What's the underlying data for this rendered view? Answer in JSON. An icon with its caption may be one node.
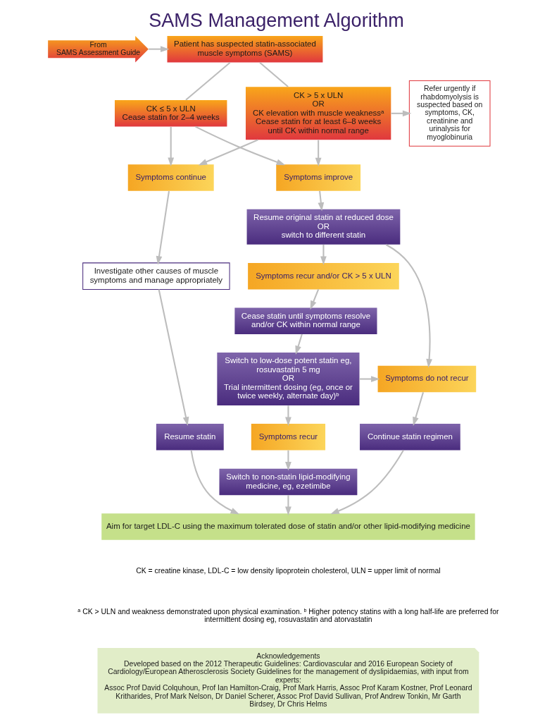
{
  "diagram": {
    "title": "SAMS Management Algorithm",
    "nodes": [
      {
        "text": [
          "From",
          "SAMS Assessment Guide"
        ]
      },
      {
        "text": [
          "Patient has suspected statin-associated muscle symptoms (SAMS)"
        ]
      },
      {
        "text": [
          "CK ≤ 5 x ULN",
          "Cease statin for 2–4 weeks"
        ]
      },
      {
        "text": [
          "CK > 5 x ULN",
          "OR",
          "CK elevation with muscle weaknessᵃ",
          "Cease statin for at least 6–8 weeks until CK within normal range"
        ]
      },
      {
        "text": [
          "Refer urgently if rhabdomyolysis is suspected based on symptoms, CK, creatinine and urinalysis for myoglobinuria"
        ]
      },
      {
        "text": [
          "Symptoms continue"
        ]
      },
      {
        "text": [
          "Symptoms improve"
        ]
      },
      {
        "text": [
          "Resume original statin at reduced dose",
          "OR",
          "switch to different statin"
        ]
      },
      {
        "text": [
          "Investigate other causes of muscle symptoms and manage appropriately"
        ]
      },
      {
        "text": [
          "Symptoms recur and/or CK > 5 x ULN"
        ]
      },
      {
        "text": [
          "Cease statin until symptoms resolve and/or CK within normal range"
        ]
      },
      {
        "text": [
          "Switch to low-dose potent statin eg, rosuvastatin 5 mg",
          "OR",
          "Trial intermittent dosing (eg, once or twice weekly, alternate day)ᵇ"
        ]
      },
      {
        "text": [
          "Symptoms do not recur"
        ]
      },
      {
        "text": [
          "Resume statin"
        ]
      },
      {
        "text": [
          "Continue statin regimen"
        ]
      },
      {
        "text": [
          "Symptoms recur"
        ]
      },
      {
        "text": [
          "Switch to non-statin lipid-modifying medicine, eg, ezetimibe"
        ]
      },
      {
        "text": [
          "Aim for target LDL-C using the maximum tolerated dose of statin and/or other lipid-modifying medicine"
        ]
      },
      {
        "text": [
          "Acknowledgements",
          "Developed based on the 2012 Therapeutic Guidelines: Cardiovascular and 2016 European Society of Cardiology/European Atherosclerosis Society Guidelines for the management of dyslipidaemias, with input from experts:",
          "Assoc Prof David Colquhoun, Prof Ian Hamilton-Craig, Prof Mark Harris, Assoc Prof Karam Kostner, Prof Leonard Kritharides, Prof Mark Nelson, Dr Daniel Scherer, Assoc Prof David Sullivan, Prof Andrew Tonkin, Mr Garth Birdsey, Dr Chris Helms"
        ]
      }
    ],
    "edges": [
      {
        "from": 0,
        "to": 1,
        "arrow": "to"
      },
      {
        "from": 1,
        "to": 2,
        "arrow": "none"
      },
      {
        "from": 1,
        "to": 3,
        "arrow": "none"
      },
      {
        "from": 3,
        "to": 4,
        "arrow": "to"
      },
      {
        "from": 2,
        "to": 5,
        "arrow": "to"
      },
      {
        "from": 2,
        "to": 6,
        "arrow": "to"
      },
      {
        "from": 3,
        "to": 5,
        "arrow": "to"
      },
      {
        "from": 3,
        "to": 6,
        "arrow": "to"
      },
      {
        "from": 5,
        "to": 8,
        "arrow": "to"
      },
      {
        "from": 6,
        "to": 7,
        "arrow": "to"
      },
      {
        "from": 7,
        "to": 12,
        "arrow": "to"
      },
      {
        "from": 7,
        "to": 9,
        "arrow": "to"
      },
      {
        "from": 9,
        "to": 10,
        "arrow": "to"
      },
      {
        "from": 10,
        "to": 11,
        "arrow": "to"
      },
      {
        "from": 11,
        "to": 12,
        "arrow": "to"
      },
      {
        "from": 8,
        "to": 13,
        "arrow": "to"
      },
      {
        "from": 12,
        "to": 14,
        "arrow": "to"
      },
      {
        "from": 11,
        "to": 15,
        "arrow": "to"
      },
      {
        "from": 15,
        "to": 16,
        "arrow": "to"
      },
      {
        "from": 13,
        "to": 17,
        "arrow": "to"
      },
      {
        "from": 14,
        "to": 17,
        "arrow": "to"
      },
      {
        "from": 16,
        "to": 17,
        "arrow": "to"
      }
    ],
    "labels": [
      "CK = creatine kinase, LDL-C = low density lipoprotein cholesterol, ULN = upper limit of normal",
      "ᵃ CK > ULN and weakness demonstrated upon physical examination. ᵇ Higher potency statins with a long half-life are preferred for intermittent dosing eg, rosuvastatin and atorvastatin"
    ]
  }
}
